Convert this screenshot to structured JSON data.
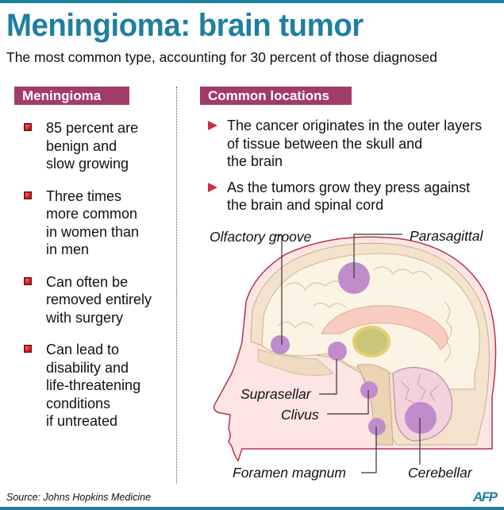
{
  "header": {
    "title": "Meningioma: brain tumor",
    "subtitle": "The most common type, accounting for 30 percent of those diagnosed"
  },
  "left_panel": {
    "heading": "Meningioma",
    "bullet_icon": "red-square-bullet-icon",
    "items": [
      {
        "text": "85 percent are\nbenign and\nslow growing"
      },
      {
        "text": "Three times\nmore common\nin women than\nin men"
      },
      {
        "text": "Can often be\nremoved entirely\nwith surgery"
      },
      {
        "text": "Can lead to\ndisability and\nlife-threatening\nconditions\nif untreated"
      }
    ]
  },
  "right_panel": {
    "heading": "Common locations",
    "bullet_icon": "red-triangle-bullet-icon",
    "items": [
      {
        "text": "The cancer originates in the outer layers\nof tissue between the skull and\nthe brain"
      },
      {
        "text": "As the tumors grow they press against\nthe brain and spinal cord"
      }
    ]
  },
  "diagram": {
    "description": "Sagittal cross-section of human head showing common meningioma locations",
    "tumor_color": "#c08ccc",
    "locations": [
      {
        "id": "olfactory-groove",
        "label": "Olfactory\ngroove"
      },
      {
        "id": "parasagittal",
        "label": "Parasagittal"
      },
      {
        "id": "suprasellar",
        "label": "Suprasellar"
      },
      {
        "id": "clivus",
        "label": "Clivus"
      },
      {
        "id": "foramen-magnum",
        "label": "Foramen magnum"
      },
      {
        "id": "cerebellar",
        "label": "Cerebellar"
      }
    ]
  },
  "footer": {
    "source": "Source: Johns Hopkins Medicine",
    "logo": "AFP"
  },
  "colors": {
    "brand_blue": "#1f7fa0",
    "heading_magenta": "#a13b69",
    "bullet_red": "#c0161c"
  }
}
